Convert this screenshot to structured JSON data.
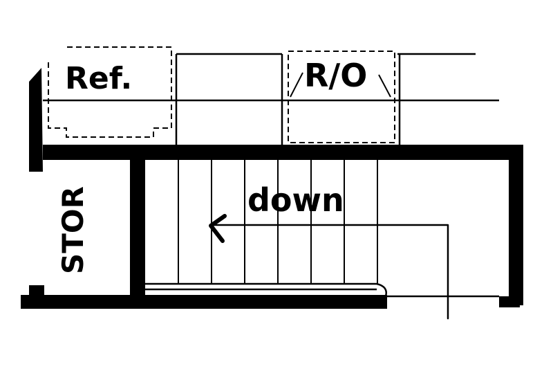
{
  "labels": {
    "ref": "Ref.",
    "ro": "R/O",
    "stor": "STOR",
    "down": "down"
  },
  "colors": {
    "ink": "#000000",
    "paper": "#ffffff"
  }
}
